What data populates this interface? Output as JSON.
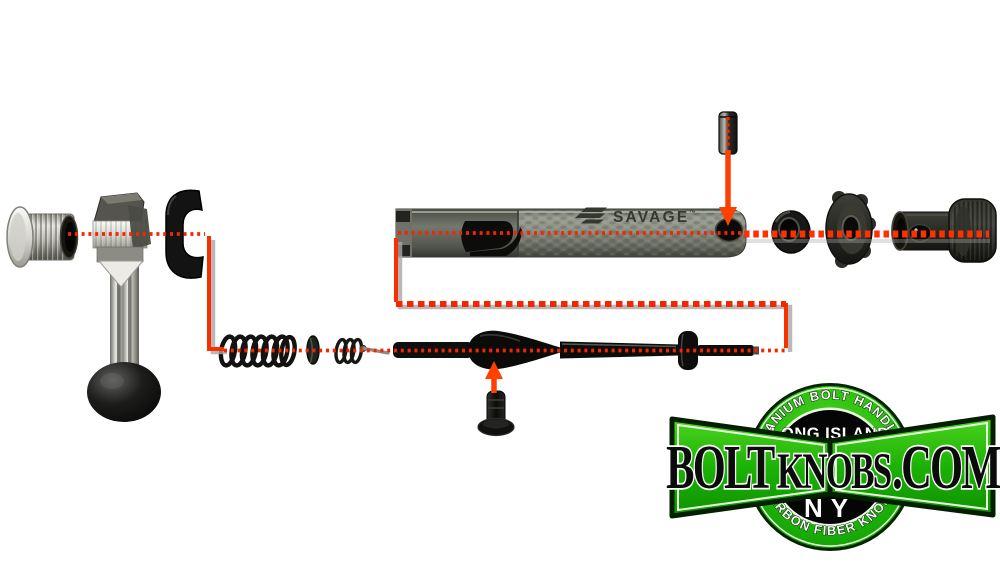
{
  "page": {
    "background": "#ffffff"
  },
  "diagram": {
    "bolt_body": {
      "brand": "SAVAGE",
      "trademark": "™"
    },
    "line_colors": {
      "dotted_red": "#f52500",
      "arrow_orange": "#ff4000",
      "shadow_gray": "#a8a8a8"
    }
  },
  "logo": {
    "arc_top": "TITANIUM BOLT HANDLES",
    "inner_top": "LONG ISLAND",
    "banner_word_1": "BOLT",
    "banner_word_2": "KNOBS",
    "banner_word_3": ".COM",
    "inner_bottom": "NY",
    "arc_bottom": "CARBON FIBER KNOBS",
    "colors": {
      "green": "#1eb608",
      "green_light": "#55d826",
      "green_dark": "#0f9201",
      "ring_black": "#050505",
      "text_white": "#ffffff",
      "text_black": "#0b0b0b"
    }
  }
}
